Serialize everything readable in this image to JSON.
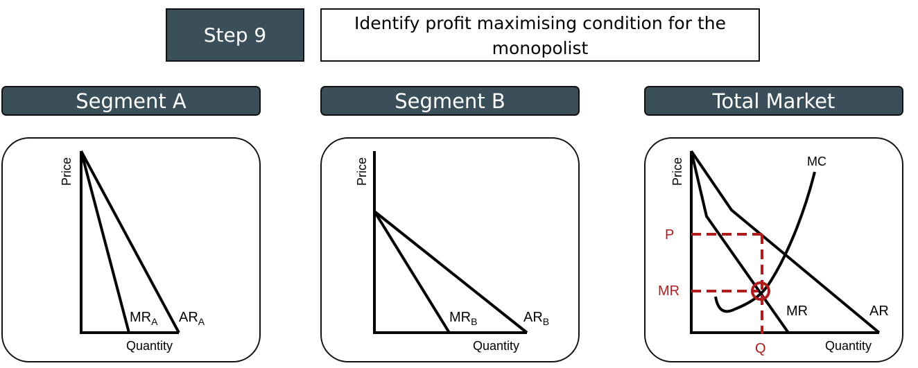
{
  "step": {
    "label": "Step 9",
    "task": "Identify profit maximising condition for the monopolist"
  },
  "panels": [
    {
      "title": "Segment A",
      "ylabel": "Price",
      "xlabel": "Quantity",
      "mr": "MR",
      "mr_sub": "A",
      "ar": "AR",
      "ar_sub": "A"
    },
    {
      "title": "Segment B",
      "ylabel": "Price",
      "xlabel": "Quantity",
      "mr": "MR",
      "mr_sub": "B",
      "ar": "AR",
      "ar_sub": "B"
    },
    {
      "title": "Total Market",
      "ylabel": "Price",
      "xlabel": "Quantity",
      "mc": "MC",
      "mr": "MR",
      "ar": "AR",
      "p_label": "P",
      "mr_level_label": "MR",
      "q_label": "Q"
    }
  ],
  "colors": {
    "header": "#3a4f5a",
    "highlight": "#b01c1c"
  }
}
